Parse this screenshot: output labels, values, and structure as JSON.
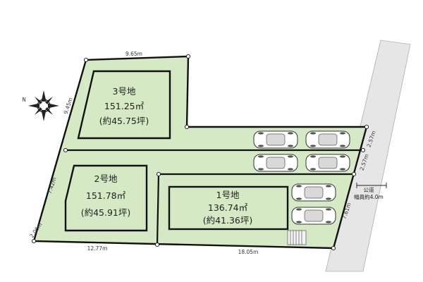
{
  "lots": [
    {
      "name": "3号地",
      "area": "151.25㎡",
      "tsubo": "(約45.75坪)"
    },
    {
      "name": "2号地",
      "area": "151.78㎡",
      "tsubo": "(約45.91坪)"
    },
    {
      "name": "1号地",
      "area": "136.74㎡",
      "tsubo": "(約41.36坪)"
    }
  ],
  "dimensions": {
    "top": "9.65m",
    "left_upper": "9.45m",
    "left_mid": "7.42m",
    "left_lower": "2.06m",
    "bottom_left": "12.77m",
    "bottom_right": "18.05m",
    "right_upper": "2.57m",
    "right_mid": "2.57m",
    "right_lower": "7.61m"
  },
  "road": {
    "line1": "公道",
    "line2": "幅員約4.0m"
  },
  "compass": {
    "north": "N"
  },
  "colors": {
    "lot_fill": "#d5e9c5",
    "outline": "#111111",
    "road_fill": "#e6e6e6"
  }
}
